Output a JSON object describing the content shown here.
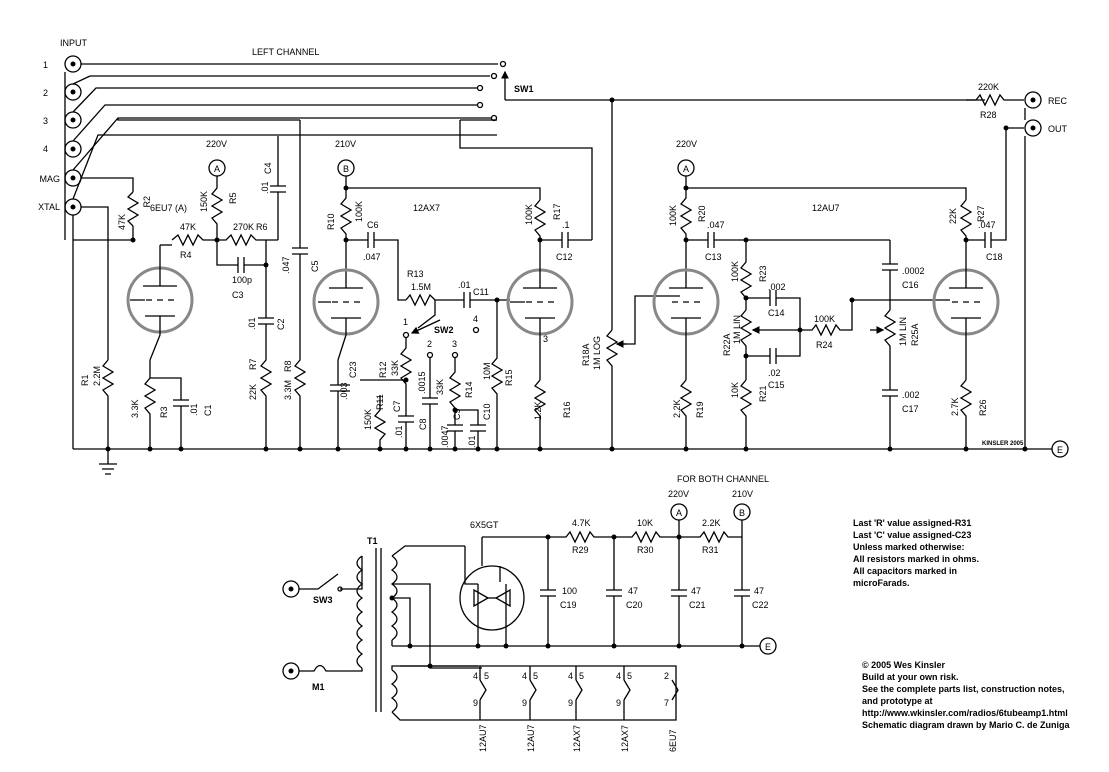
{
  "input": {
    "title": "INPUT",
    "jacks": [
      "1",
      "2",
      "3",
      "4",
      "MAG",
      "XTAL"
    ]
  },
  "left_channel": "LEFT CHANNEL",
  "switches": {
    "sw1": "SW1",
    "sw2": "SW2",
    "sw3": "SW3",
    "sw2_positions": [
      "1",
      "2",
      "3",
      "4"
    ]
  },
  "outputs": {
    "rec": "REC",
    "out": "OUT",
    "earth": "E"
  },
  "supply_nodes": {
    "a": "A",
    "b": "B",
    "v220": "220V",
    "v210": "210V"
  },
  "tubes": {
    "stage1": "6EU7 (A)",
    "stage2": "12AX7",
    "stage3": "12AU7",
    "rectifier": "6X5GT"
  },
  "resistors": {
    "R1": "R1",
    "R1_val": "2.2M",
    "R2": "R2",
    "R2_val": "47K",
    "R3": "R3",
    "R3_val": "3.3K",
    "R4": "R4",
    "R4_val": "47K",
    "R5": "R5",
    "R5_val": "150K",
    "R6": "R6",
    "R6_val": "270K",
    "R7": "R7",
    "R7_val": "22K",
    "R8": "R8",
    "R8_val": "3.3M",
    "R10": "R10",
    "R10_val": "100K",
    "R11": "R11",
    "R11_val": "150K",
    "R12": "R12",
    "R12_val": "33K",
    "R13": "R13",
    "R13_val": "1.5M",
    "R14": "R14",
    "R14_val": "33K",
    "R15": "R15",
    "R15_val": "10M",
    "R16": "R16",
    "R16_val": "1.2K",
    "R17": "R17",
    "R17_val": "100K",
    "R18A": "R18A",
    "R18A_val": "1M LOG",
    "R19": "R19",
    "R19_val": "2.2K",
    "R20": "R20",
    "R20_val": "100K",
    "R21": "R21",
    "R21_val": "10K",
    "R22A": "R22A",
    "R22A_val": "1M LIN",
    "R23": "R23",
    "R23_val": "100K",
    "R24": "R24",
    "R24_val": "100K",
    "R25A": "R25A",
    "R25A_val": "1M LIN",
    "R26": "R26",
    "R26_val": "2.7K",
    "R27": "R27",
    "R27_val": "22K",
    "R28": "R28",
    "R28_val": "220K",
    "R29": "R29",
    "R29_val": "4.7K",
    "R30": "R30",
    "R30_val": "10K",
    "R31": "R31",
    "R31_val": "2.2K"
  },
  "capacitors": {
    "C1": "C1",
    "C1_val": ".01",
    "C2": "C2",
    "C2_val": ".01",
    "C3": "C3",
    "C3_val": "100p",
    "C4": "C4",
    "C4_val": ".01",
    "C5": "C5",
    "C5_val": ".047",
    "C6": "C6",
    "C6_val": ".047",
    "C7": "C7",
    "C7_val": ".01",
    "C8": "C8",
    "C8_val": ".0015",
    "C9": "C9",
    "C9_val": ".0047",
    "C10": "C10",
    "C10_val": ".01",
    "C11": "C11",
    "C11_val": ".01",
    "C12": "C12",
    "C12_val": ".1",
    "C13": "C13",
    "C13_val": ".047",
    "C14": "C14",
    "C14_val": ".002",
    "C15": "C15",
    "C15_val": ".02",
    "C16": "C16",
    "C16_val": ".0002",
    "C17": "C17",
    "C17_val": ".002",
    "C18": "C18",
    "C18_val": ".047",
    "C19": "C19",
    "C19_val": "100",
    "C20": "C20",
    "C20_val": "47",
    "C21": "C21",
    "C21_val": "47",
    "C22": "C22",
    "C22_val": "47",
    "C23": "C23",
    "C23_val": ".003"
  },
  "power": {
    "title": "FOR BOTH CHANNEL",
    "transformer": "T1",
    "fuse": "M1"
  },
  "heaters": [
    {
      "tube": "12AU7",
      "top_a": "4",
      "top_b": "5",
      "bottom": "9"
    },
    {
      "tube": "12AU7",
      "top_a": "4",
      "top_b": "5",
      "bottom": "9"
    },
    {
      "tube": "12AX7",
      "top_a": "4",
      "top_b": "5",
      "bottom": "9"
    },
    {
      "tube": "12AX7",
      "top_a": "4",
      "top_b": "5",
      "bottom": "9"
    },
    {
      "tube": "6EU7",
      "top_a": "",
      "top_b": "2",
      "bottom": "7"
    }
  ],
  "pins": {
    "p3": "3"
  },
  "signature": "KINSLER 2005",
  "notes": [
    "Last 'R' value assigned-R31",
    "Last 'C' value assigned-C23",
    "Unless marked otherwise:",
    "All resistors marked in ohms.",
    "All capacitors marked in",
    "microFarads."
  ],
  "credits": [
    "© 2005 Wes Kinsler",
    "Build at your own risk.",
    "See the complete parts list, construction notes,",
    "and prototype at",
    "http://www.wkinsler.com/radios/6tubeamp1.html",
    "Schematic diagram drawn by Mario C. de Zuniga"
  ]
}
